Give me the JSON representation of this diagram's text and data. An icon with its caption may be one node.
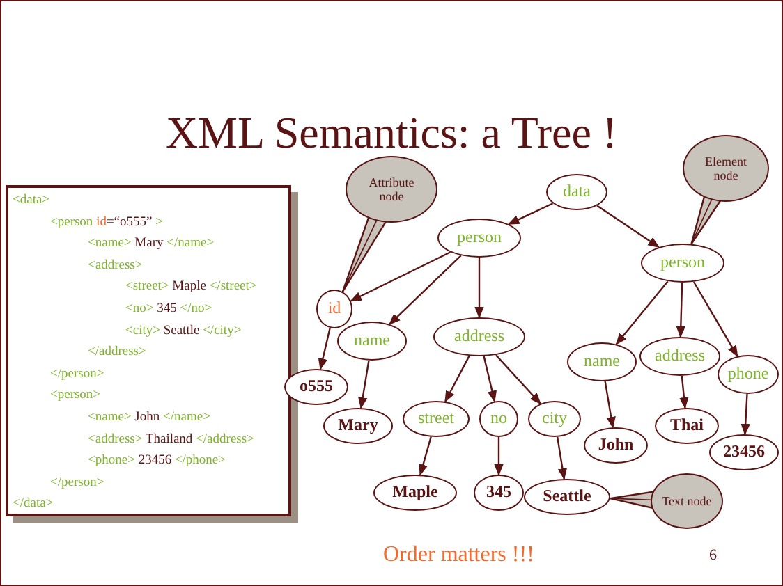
{
  "diagram": {
    "title": "XML Semantics: a Tree !",
    "nodes": [
      {
        "text": [
          "<data>",
          "<person id=“o555” >",
          "<name> Mary </name>",
          "<address>",
          "<street> Maple </street>",
          "<no> 345 </no>",
          "<city> Seattle </city>",
          "</address>",
          "</person>",
          "<person>",
          "<name> John </name>",
          "<address> Thailand  </address>",
          "<phone> 23456  </phone>",
          "</person>",
          "</data>"
        ]
      },
      {
        "text": [
          "Attribute node"
        ]
      },
      {
        "text": [
          "Element node"
        ]
      },
      {
        "text": [
          "data"
        ]
      },
      {
        "text": [
          "person"
        ]
      },
      {
        "text": [
          "person"
        ]
      },
      {
        "text": [
          "id"
        ]
      },
      {
        "text": [
          "name"
        ]
      },
      {
        "text": [
          "address"
        ]
      },
      {
        "text": [
          "o555"
        ]
      },
      {
        "text": [
          "Mary"
        ]
      },
      {
        "text": [
          "street"
        ]
      },
      {
        "text": [
          "no"
        ]
      },
      {
        "text": [
          "city"
        ]
      },
      {
        "text": [
          "Maple"
        ]
      },
      {
        "text": [
          "345"
        ]
      },
      {
        "text": [
          "Seattle"
        ]
      },
      {
        "text": [
          "name"
        ]
      },
      {
        "text": [
          "address"
        ]
      },
      {
        "text": [
          "phone"
        ]
      },
      {
        "text": [
          "John"
        ]
      },
      {
        "text": [
          "Thai"
        ]
      },
      {
        "text": [
          "23456"
        ]
      },
      {
        "text": [
          "Text node"
        ]
      }
    ],
    "edges": [
      {
        "from": 3,
        "to": 4,
        "arrow": "to"
      },
      {
        "from": 3,
        "to": 5,
        "arrow": "to"
      },
      {
        "from": 4,
        "to": 6,
        "arrow": "to"
      },
      {
        "from": 4,
        "to": 7,
        "arrow": "to"
      },
      {
        "from": 4,
        "to": 8,
        "arrow": "to"
      },
      {
        "from": 6,
        "to": 9,
        "arrow": "to"
      },
      {
        "from": 7,
        "to": 10,
        "arrow": "to"
      },
      {
        "from": 8,
        "to": 11,
        "arrow": "to"
      },
      {
        "from": 8,
        "to": 12,
        "arrow": "to"
      },
      {
        "from": 8,
        "to": 13,
        "arrow": "to"
      },
      {
        "from": 11,
        "to": 14,
        "arrow": "to"
      },
      {
        "from": 12,
        "to": 15,
        "arrow": "to"
      },
      {
        "from": 13,
        "to": 16,
        "arrow": "to"
      },
      {
        "from": 5,
        "to": 17,
        "arrow": "to"
      },
      {
        "from": 5,
        "to": 18,
        "arrow": "to"
      },
      {
        "from": 5,
        "to": 19,
        "arrow": "to"
      },
      {
        "from": 17,
        "to": 20,
        "arrow": "to"
      },
      {
        "from": 18,
        "to": 21,
        "arrow": "to"
      },
      {
        "from": 19,
        "to": 22,
        "arrow": "to"
      },
      {
        "from": 1,
        "to": 6,
        "arrow": "none"
      },
      {
        "from": 2,
        "to": 5,
        "arrow": "none"
      },
      {
        "from": 23,
        "to": 16,
        "arrow": "none"
      }
    ],
    "labels": [
      "Order matters !!!",
      "6"
    ]
  }
}
